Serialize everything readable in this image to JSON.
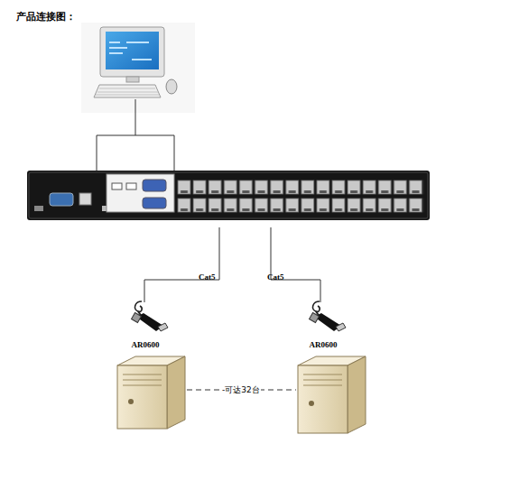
{
  "diagram": {
    "title": "产品连接图：",
    "nodes": [
      {
        "text": [
          "AR0600"
        ]
      },
      {
        "text": [
          "AR0600"
        ]
      }
    ],
    "labels": [
      "Cat5",
      "Cat5",
      "-可达32台"
    ]
  }
}
